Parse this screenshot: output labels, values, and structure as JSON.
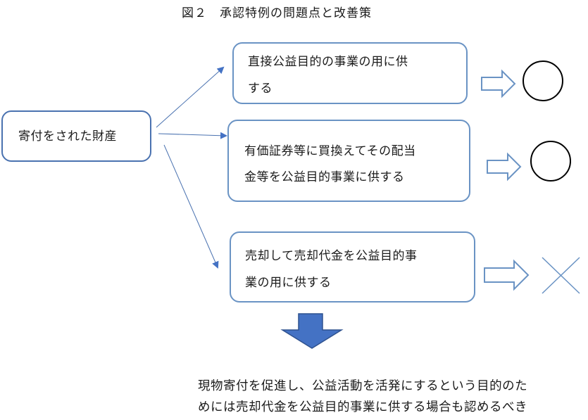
{
  "title": "図２　承認特例の問題点と改善策",
  "source": {
    "label": "寄付をされた財産"
  },
  "options": [
    {
      "lines": [
        "直接公益目的の事業の用に供",
        "する"
      ],
      "result": "circle",
      "result_meaning": "○"
    },
    {
      "lines": [
        "有価証券等に買換えてその配当",
        "金等を公益目的事業に供する"
      ],
      "result": "circle",
      "result_meaning": "○"
    },
    {
      "lines": [
        "売却して売却代金を公益目的事",
        "業の用に供する"
      ],
      "result": "cross",
      "result_meaning": "×"
    }
  ],
  "conclusion": {
    "lines": [
      "現物寄付を促進し、公益活動を活発にするという目的のた",
      "めには売却代金を公益目的事業に供する場合も認めるべき"
    ]
  },
  "colors": {
    "box_border": "#6a93c4",
    "source_border": "#4a72b0",
    "connector": "#4a72b0",
    "hollow_arrow": "#6a93c4",
    "down_arrow_fill": "#4472c4",
    "down_arrow_stroke": "#2f528f",
    "cross": "#6a93c4",
    "circle": "#000000"
  }
}
